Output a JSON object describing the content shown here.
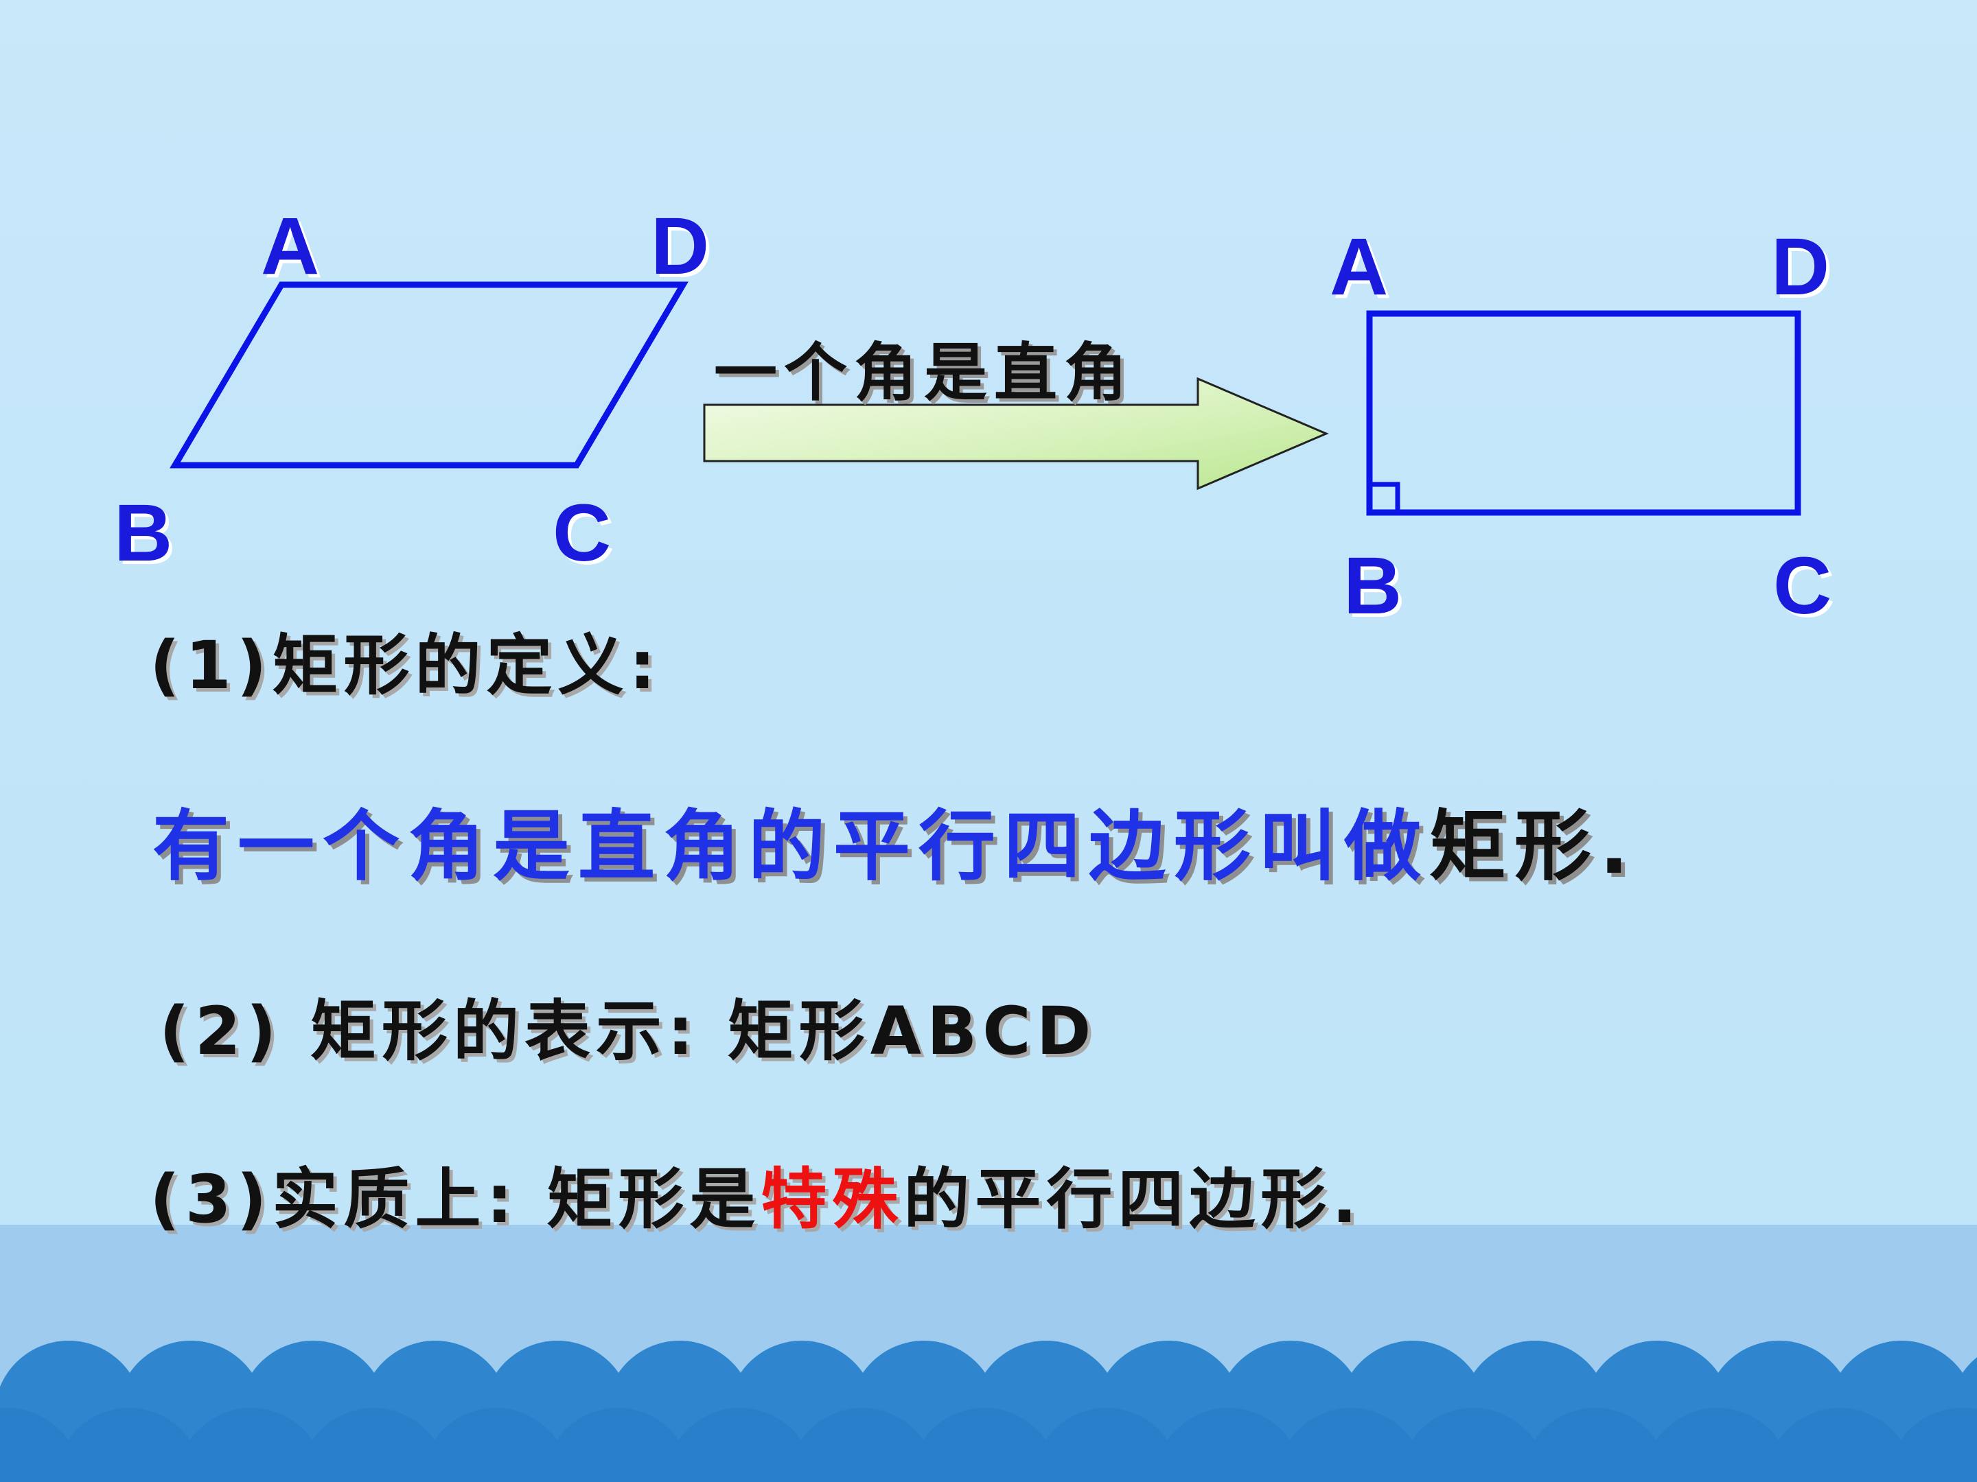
{
  "parallelogram": {
    "labels": {
      "A": "A",
      "D": "D",
      "B": "B",
      "C": "C"
    }
  },
  "rectangle": {
    "labels": {
      "A": "A",
      "D": "D",
      "B": "B",
      "C": "C"
    }
  },
  "arrow": {
    "label": "一个角是直角"
  },
  "lines": {
    "definition_heading": "(1)矩形的定义:",
    "definition_blue": "有一个角是直角的平行四边形叫做",
    "definition_black": "矩形.",
    "notation": "(2) 矩形的表示: 矩形ABCD",
    "essence_prefix": "(3)实质上: 矩形是",
    "essence_highlight": "特殊",
    "essence_suffix": "的平行四边形."
  },
  "colors": {
    "shape_stroke": "#0a14e6",
    "label_blue": "#1a1adc",
    "highlight_red": "#ee1111",
    "background": "#c7e7fa",
    "wave_light": "#9ecbee",
    "wave_mid": "#2f86cf",
    "wave_dark": "#2a7fcb"
  }
}
